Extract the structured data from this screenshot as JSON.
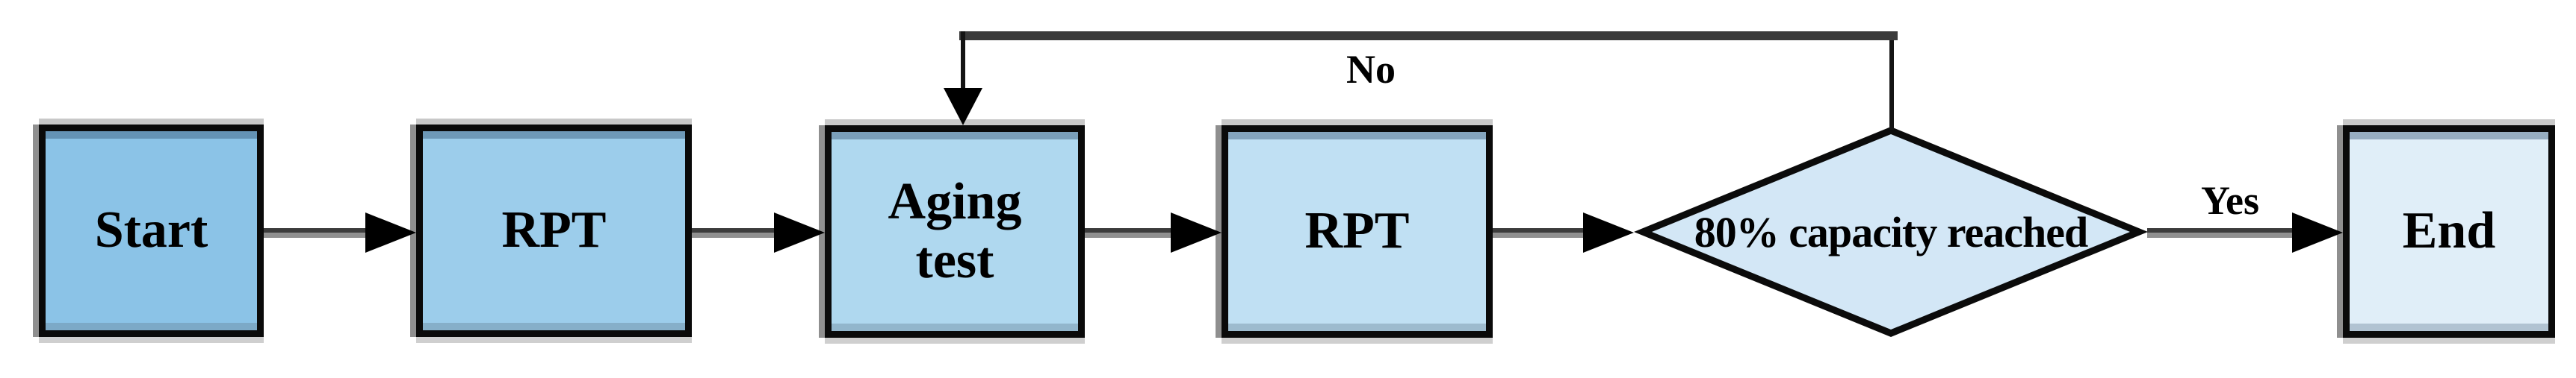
{
  "flowchart": {
    "nodes": {
      "start": {
        "label": "Start",
        "fill": "#8BC3E7"
      },
      "rpt1": {
        "label": "RPT",
        "fill": "#9CCDEB"
      },
      "aging": {
        "label": "Aging test",
        "fill": "#AFD8EF"
      },
      "rpt2": {
        "label": "RPT",
        "fill": "#C0E0F3"
      },
      "decision": {
        "label": "80% capacity reached",
        "fill": "#D3E7F6"
      },
      "end": {
        "label": "End",
        "fill": "#E0EEF8"
      }
    },
    "edge_labels": {
      "no": "No",
      "yes": "Yes"
    },
    "colors": {
      "node_border": "#0a0a0a",
      "arrow_head": "#000000",
      "connector_dark": "#3c3c3c",
      "connector_light": "#909090",
      "loop_line": "#3a3a3a",
      "box_shadow_left": "#8f8f8f",
      "box_shadow_top": "#c8c8c8"
    }
  }
}
